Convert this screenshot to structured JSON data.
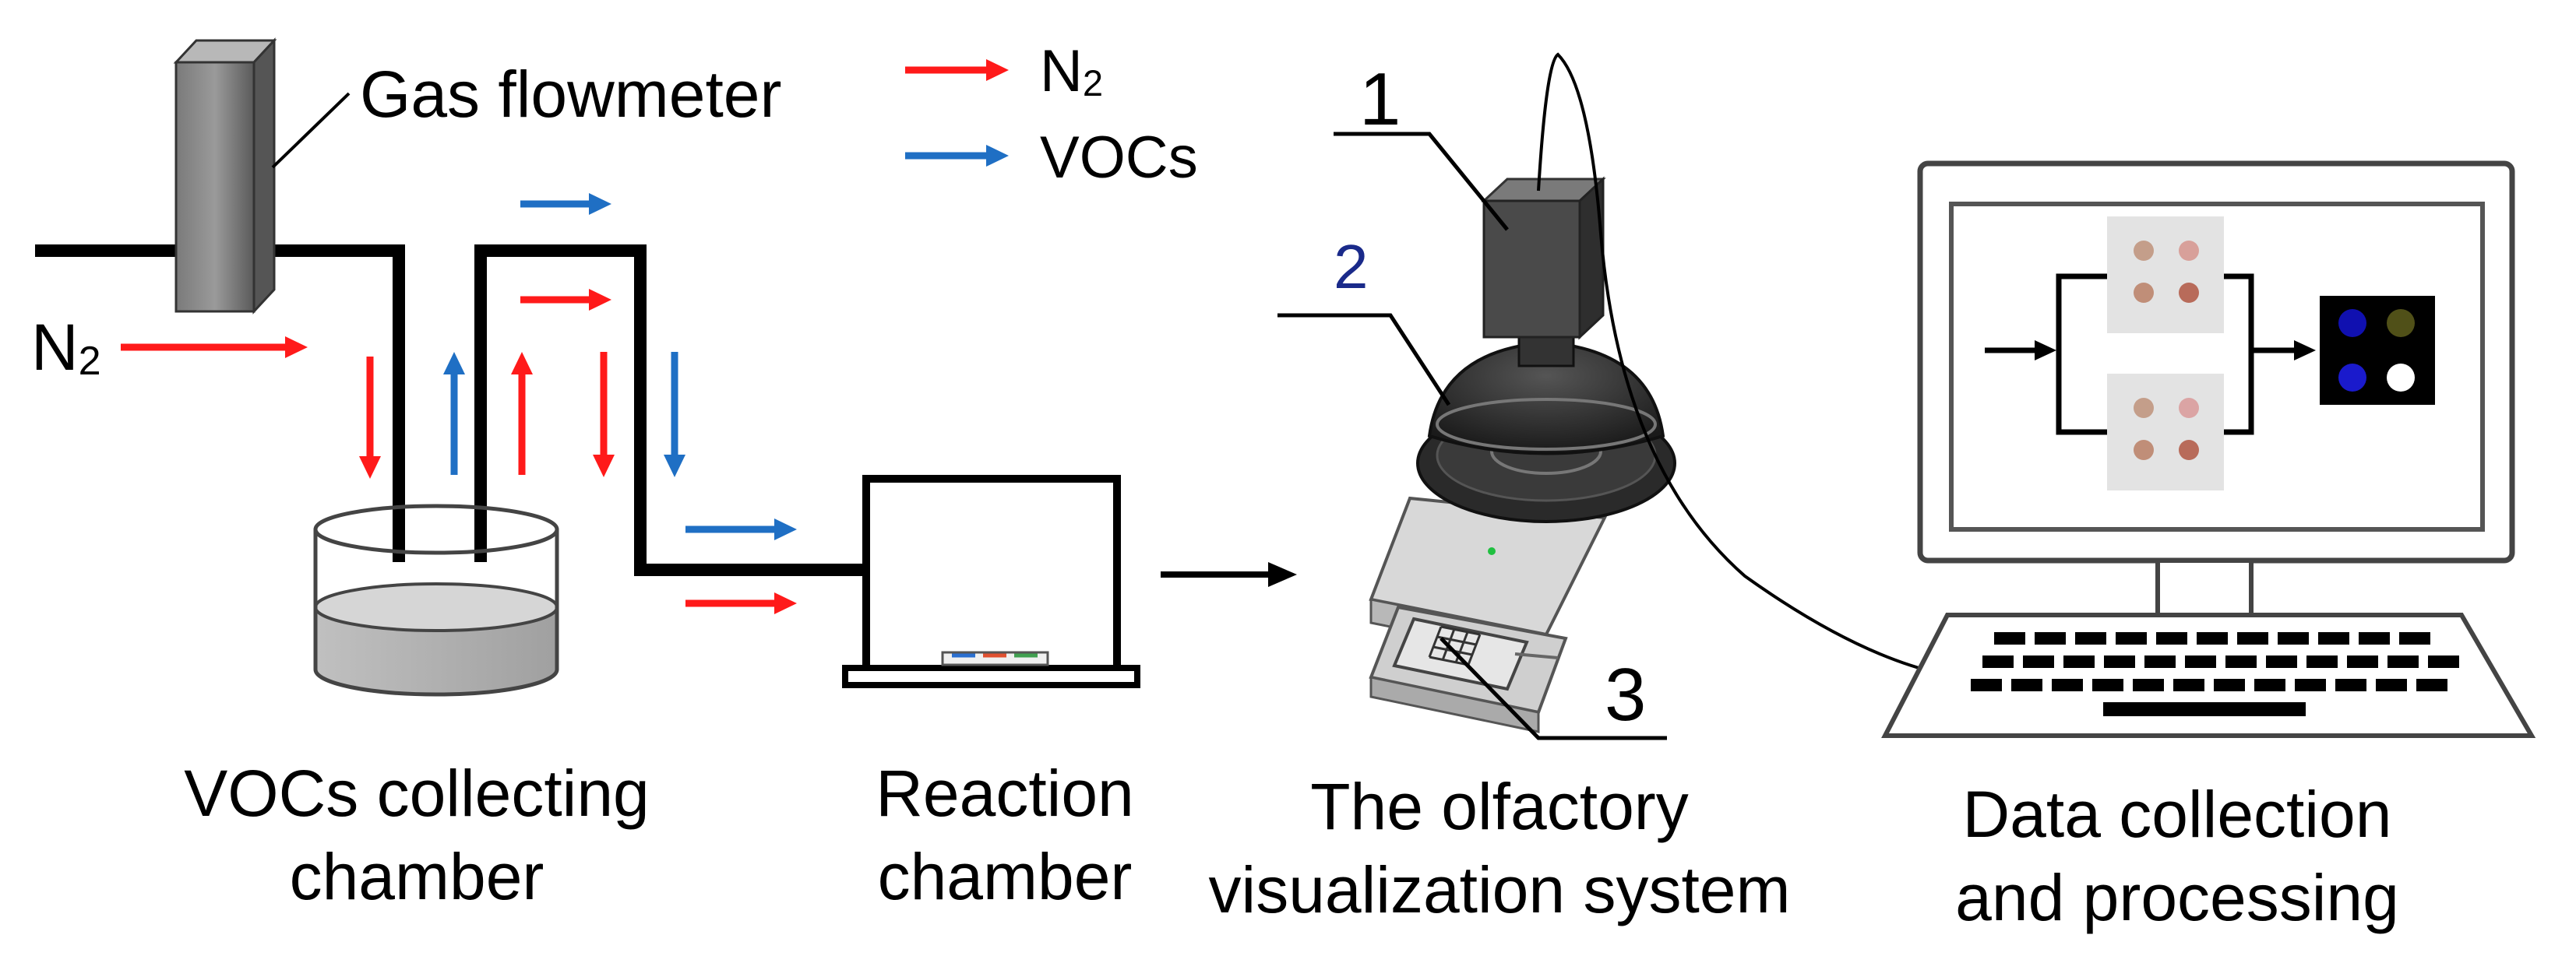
{
  "legend": {
    "items": [
      {
        "label": "N",
        "subscript": "2",
        "color": "#ff1a1a"
      },
      {
        "label": "VOCs",
        "color": "#1f6fc4"
      }
    ]
  },
  "labels": {
    "gas_flowmeter": "Gas flowmeter",
    "n2_inlet": {
      "label": "N",
      "subscript": "2"
    },
    "collecting_chamber": [
      "VOCs collecting",
      "chamber"
    ],
    "reaction_chamber": [
      "Reaction",
      "chamber"
    ],
    "olfactory_system": [
      "The olfactory",
      "visualization system"
    ],
    "data_processing": [
      "Data collection",
      "and processing"
    ]
  },
  "device_parts": [
    "1",
    "2",
    "3"
  ],
  "colors": {
    "n2_arrow": "#ff1a1a",
    "voc_arrow": "#1f6fc4",
    "pipe": "#000000",
    "liquid": "#b0b0b0",
    "spot_panel": "#e3e3e3",
    "result_panel": "#000000"
  },
  "sensor_array": {
    "top_spots": [
      "#c49e8a",
      "#d8a09a",
      "#c08e78",
      "#b86b5a"
    ],
    "bottom_spots": [
      "#c49e8a",
      "#dba4a4",
      "#c08e78",
      "#b86b5a"
    ],
    "result_spots": [
      "#1010b0",
      "#505018",
      "#1a1acc",
      "#ffffff"
    ]
  }
}
